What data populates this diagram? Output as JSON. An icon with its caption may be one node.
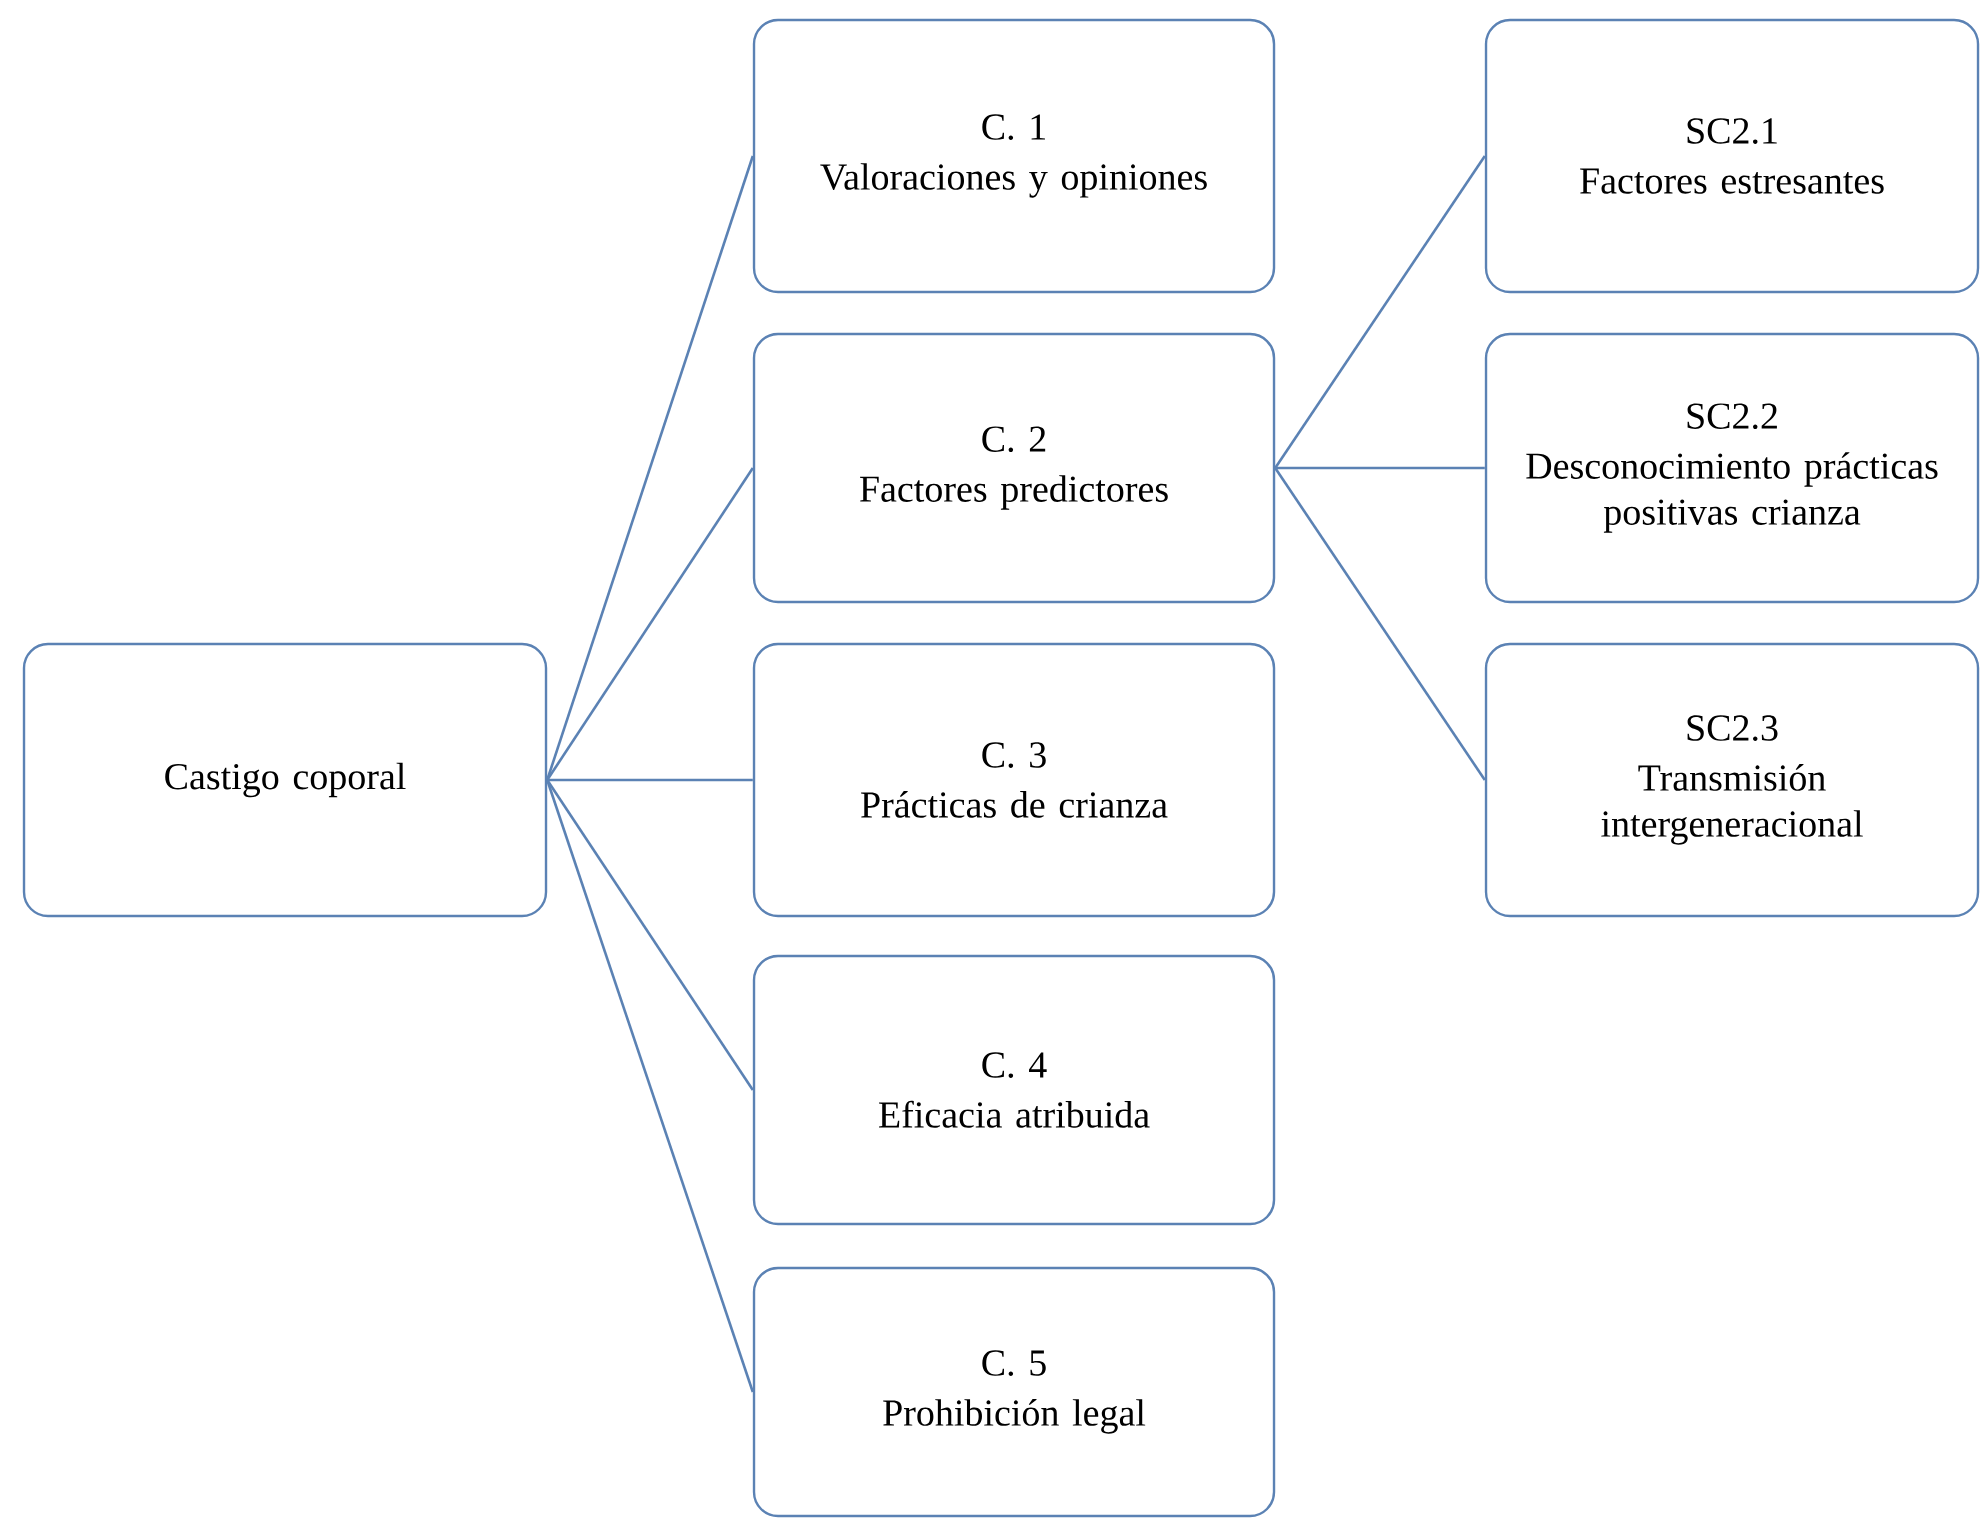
{
  "diagram": {
    "nodes": [
      {
        "text": [
          "Castigo coporal"
        ]
      },
      {
        "text": [
          "C. 1",
          "Valoraciones y opiniones"
        ]
      },
      {
        "text": [
          "C. 2",
          "Factores predictores"
        ]
      },
      {
        "text": [
          "C. 3",
          "Prácticas de crianza"
        ]
      },
      {
        "text": [
          "C. 4",
          "Eficacia atribuida"
        ]
      },
      {
        "text": [
          "C. 5",
          "Prohibición legal"
        ]
      },
      {
        "text": [
          "SC2.1",
          "Factores estresantes"
        ]
      },
      {
        "text": [
          "SC2.2",
          "Desconocimiento prácticas positivas crianza"
        ]
      },
      {
        "text": [
          "SC2.3",
          "Transmisión intergeneracional"
        ]
      }
    ],
    "edges": [
      {
        "from": 0,
        "to": 1,
        "arrow": "none"
      },
      {
        "from": 0,
        "to": 2,
        "arrow": "none"
      },
      {
        "from": 0,
        "to": 3,
        "arrow": "none"
      },
      {
        "from": 0,
        "to": 4,
        "arrow": "none"
      },
      {
        "from": 0,
        "to": 5,
        "arrow": "none"
      },
      {
        "from": 2,
        "to": 6,
        "arrow": "none"
      },
      {
        "from": 2,
        "to": 7,
        "arrow": "none"
      },
      {
        "from": 2,
        "to": 8,
        "arrow": "none"
      }
    ]
  }
}
